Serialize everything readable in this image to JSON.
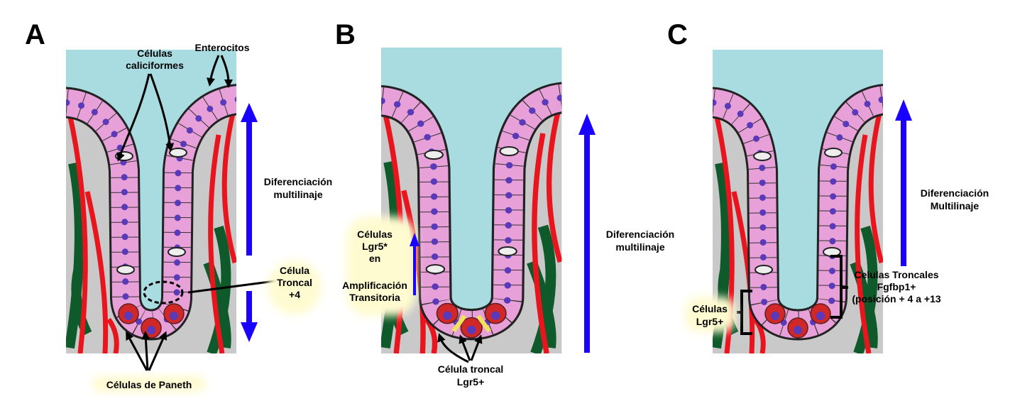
{
  "colors": {
    "arrow": "#1a00ff",
    "epithelium": "#e8a0d8",
    "lumen": "#a8dce0",
    "vessel": "#e8141e",
    "stroma": "#0e5a2a",
    "nucleus": "#5a3ab8",
    "paneth": "#d02828"
  },
  "panels": [
    {
      "letter": "A",
      "labels": {
        "goblet": [
          "Células",
          "caliciformes"
        ],
        "enterocytes": "Enterocitos",
        "differentiation": [
          "Diferenciación",
          "multilinaje"
        ],
        "stem": [
          "Célula",
          "Troncal",
          "+4"
        ],
        "paneth": "Células de Paneth"
      }
    },
    {
      "letter": "B",
      "labels": {
        "lgr5_ta": [
          "Células",
          "Lgr5*",
          "en"
        ],
        "ta": [
          "Amplificación",
          "Transitoria"
        ],
        "differentiation": [
          "Diferenciación",
          "multilinaje"
        ],
        "stem": [
          "Célula troncal",
          "Lgr5+"
        ]
      }
    },
    {
      "letter": "C",
      "labels": {
        "differentiation": [
          "Diferenciación",
          "Multilinaje"
        ],
        "fgfbp": [
          "Celulas Troncales",
          "Fgfbp1+",
          "(posición + 4 a +13"
        ],
        "lgr5": [
          "Células",
          "Lgr5+"
        ]
      }
    }
  ]
}
